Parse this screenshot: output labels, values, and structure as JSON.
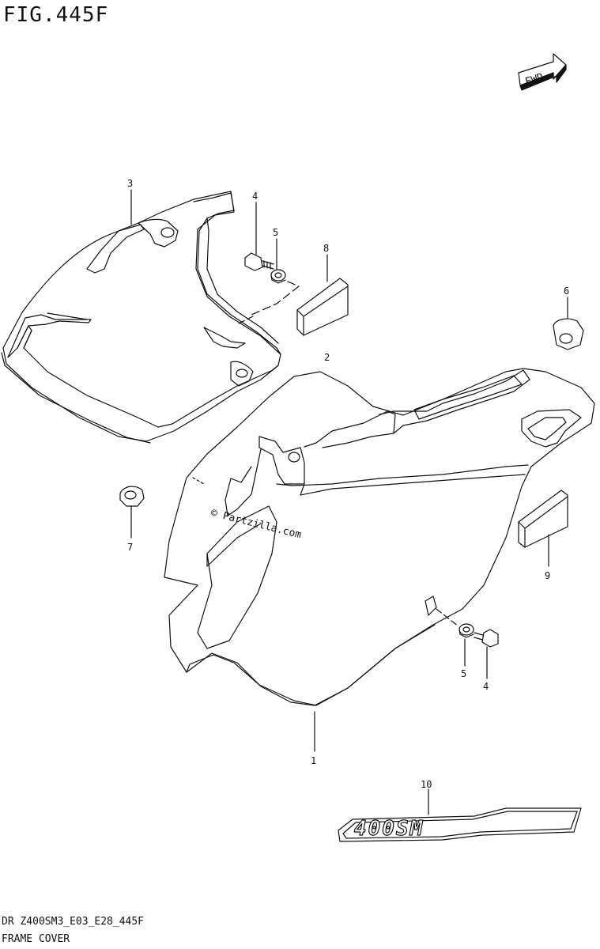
{
  "figure": {
    "title": "FIG.445F",
    "code": "DR Z400SM3_E03_E28_445F",
    "name": "FRAME COVER",
    "fwd_label": "FWD",
    "watermark": "© Partzilla.com",
    "badge_text": "400SM"
  },
  "callouts": {
    "c1": "1",
    "c2": "2",
    "c3": "3",
    "c4a": "4",
    "c5a": "5",
    "c6": "6",
    "c7": "7",
    "c8": "8",
    "c9": "9",
    "c5b": "5",
    "c4b": "4",
    "c10": "10"
  }
}
